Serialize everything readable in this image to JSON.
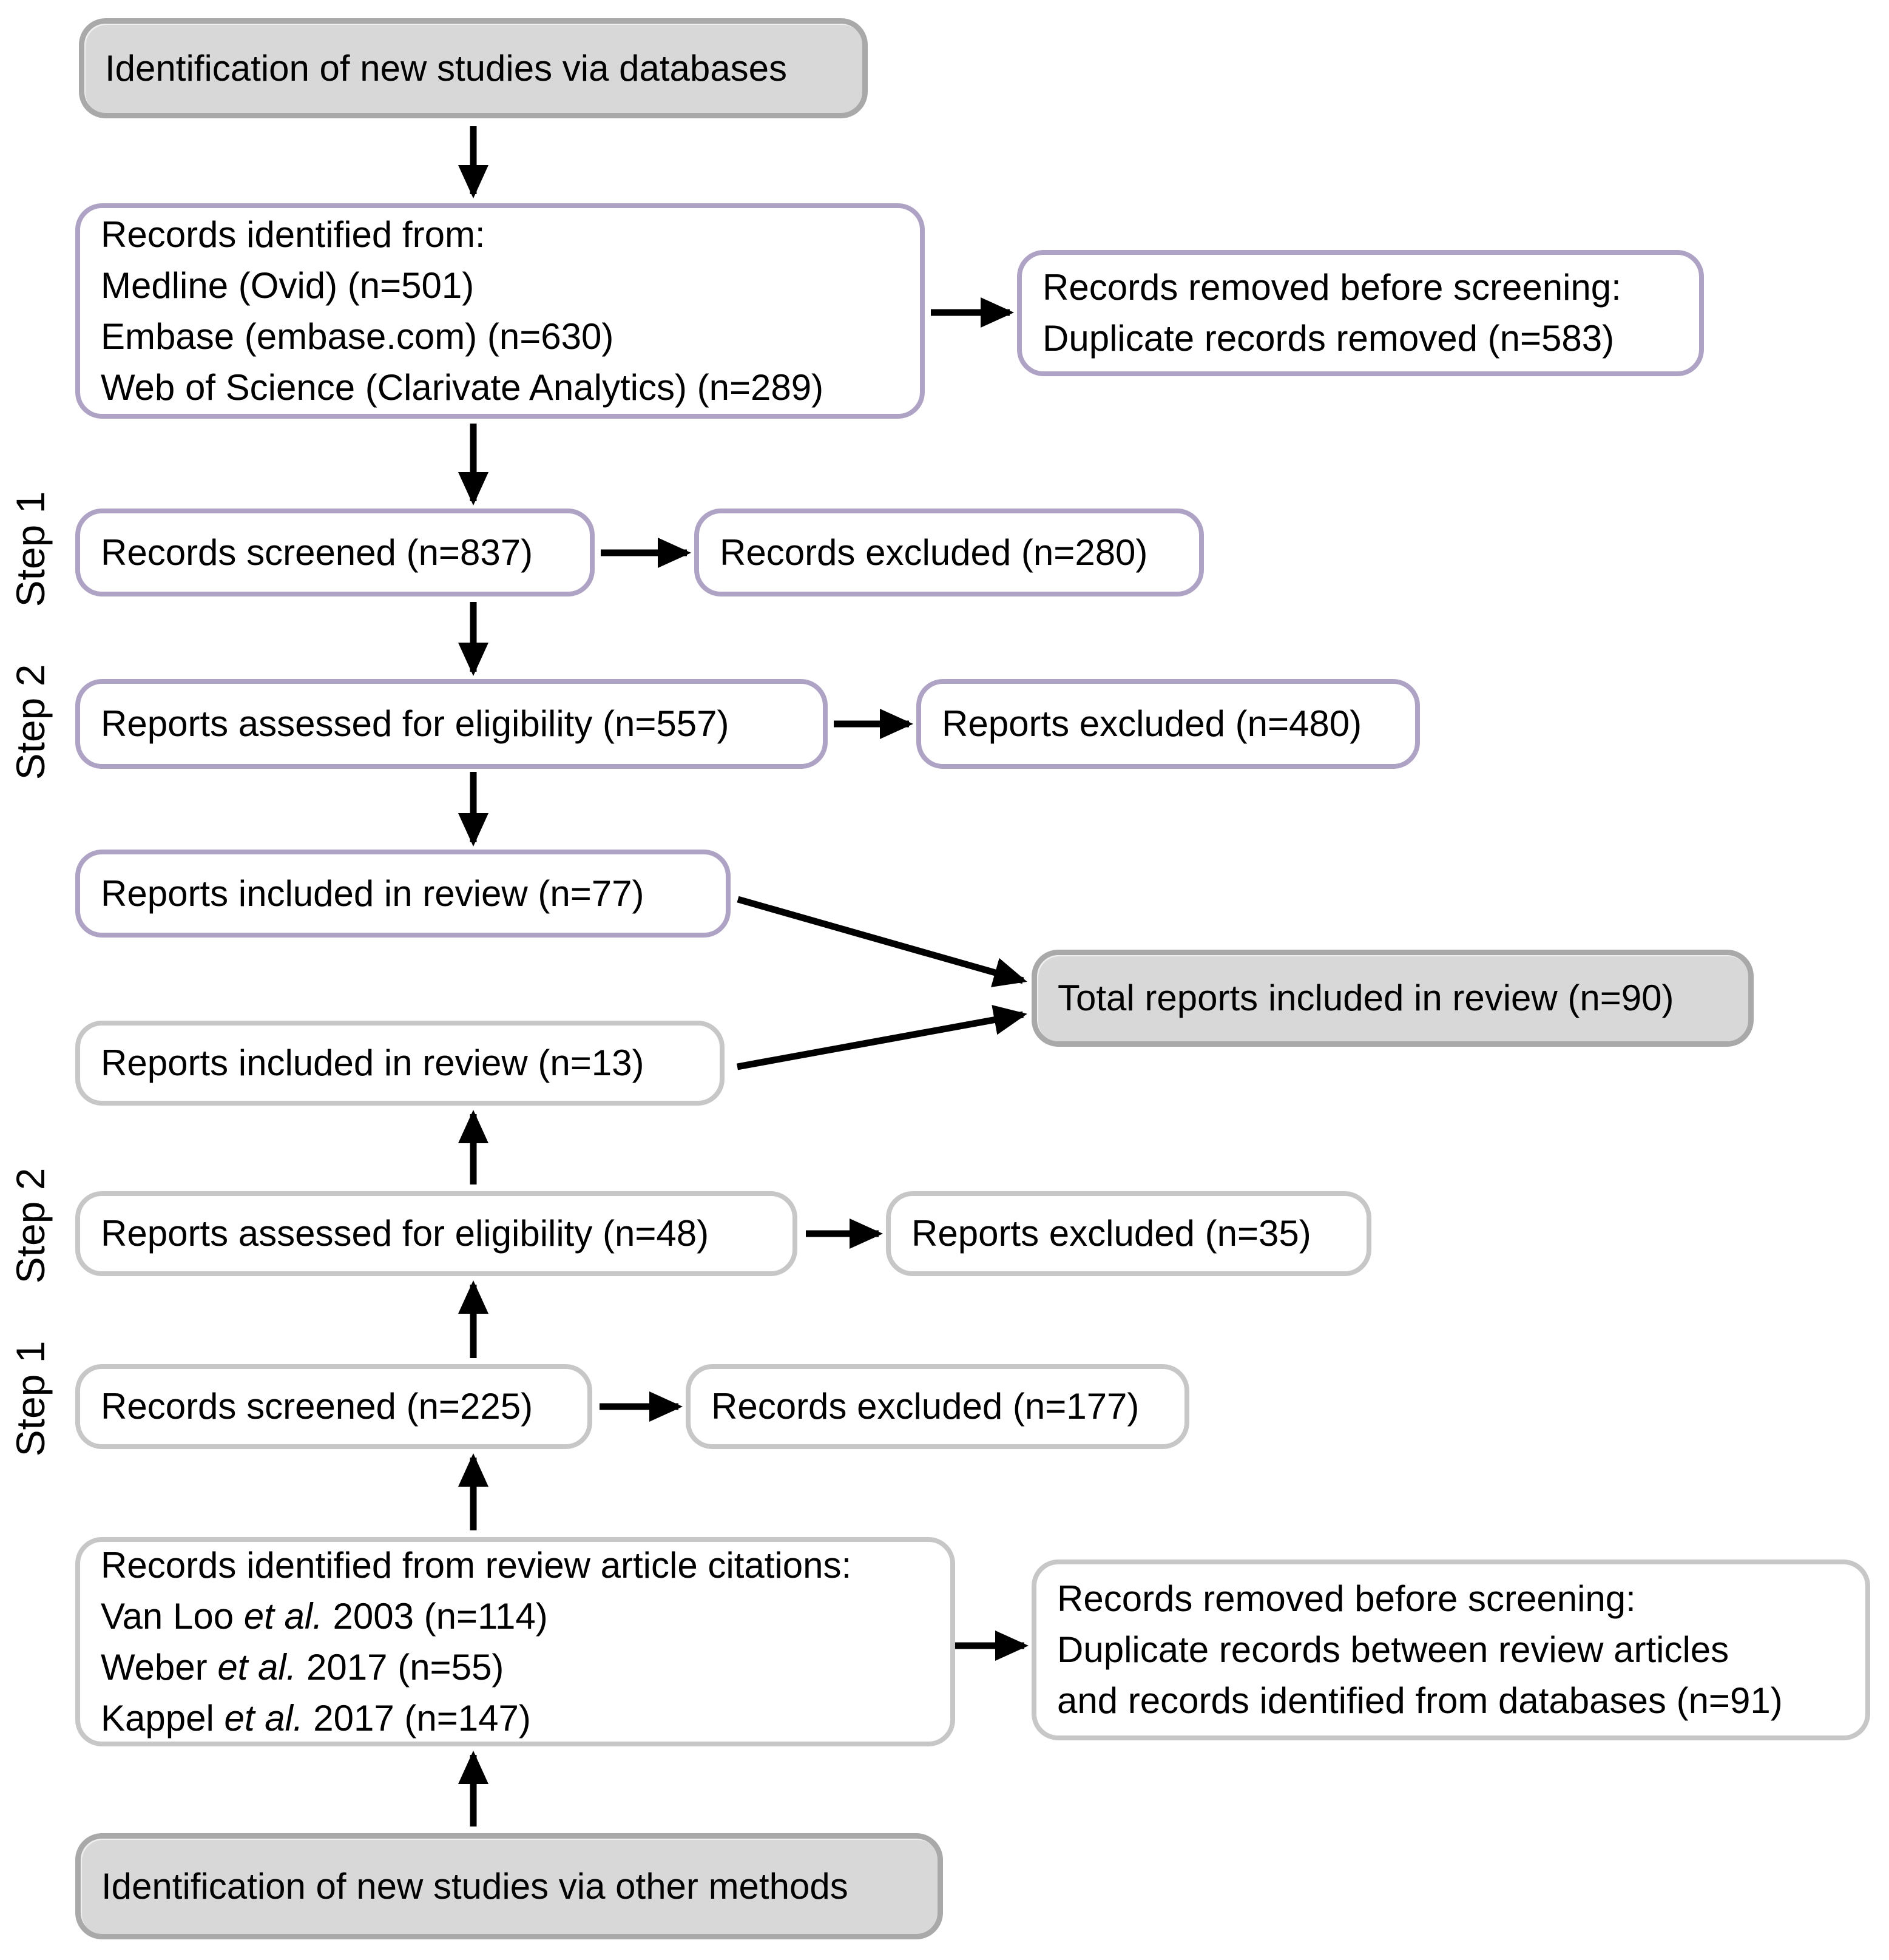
{
  "colors": {
    "purple_border": "#aea3c4",
    "gray_border": "#c7c7c7",
    "gray_fill": "#d8d8d8",
    "gray_fill_border": "#a9a9a9",
    "arrow": "#000000",
    "text": "#000000",
    "background": "#ffffff"
  },
  "section_labels": {
    "top_step1": "Step 1",
    "top_step2": "Step 2",
    "bottom_step2": "Step 2",
    "bottom_step1": "Step 1"
  },
  "boxes": {
    "title_databases": {
      "text": "Identification of new studies via databases"
    },
    "records_identified_databases": {
      "lines": [
        "Records identified from:",
        "Medline (Ovid) (n=501)",
        "Embase (embase.com) (n=630)",
        "Web of Science (Clarivate Analytics) (n=289)"
      ]
    },
    "records_removed_databases": {
      "lines": [
        "Records removed before screening:",
        "Duplicate records removed (n=583)"
      ]
    },
    "records_screened_databases": {
      "text": "Records screened (n=837)"
    },
    "records_excluded_databases": {
      "text": "Records excluded (n=280)"
    },
    "reports_assessed_databases": {
      "text": "Reports assessed for eligibility (n=557)"
    },
    "reports_excluded_databases": {
      "text": "Reports excluded (n=480)"
    },
    "reports_included_databases": {
      "text": "Reports included in review (n=77)"
    },
    "total_reports_included": {
      "text": "Total reports included in review (n=90)"
    },
    "reports_included_other": {
      "text": "Reports included in review (n=13)"
    },
    "reports_assessed_other": {
      "text": "Reports assessed for eligibility (n=48)"
    },
    "reports_excluded_other": {
      "text": "Reports excluded (n=35)"
    },
    "records_screened_other": {
      "text": "Records screened (n=225)"
    },
    "records_excluded_other": {
      "text": "Records excluded (n=177)"
    },
    "records_identified_citations": {
      "title": "Records identified from review article citations:",
      "citations": [
        {
          "pre": "Van Loo ",
          "italic": "et al.",
          "post": " 2003 (n=114)"
        },
        {
          "pre": "Weber ",
          "italic": "et al.",
          "post": " 2017 (n=55)"
        },
        {
          "pre": "Kappel ",
          "italic": "et al.",
          "post": " 2017 (n=147)"
        }
      ]
    },
    "records_removed_citations": {
      "lines": [
        "Records removed before screening:",
        "Duplicate records between review articles",
        "and records identified from databases (n=91)"
      ]
    },
    "title_other_methods": {
      "text": "Identification of new studies via other methods"
    }
  }
}
